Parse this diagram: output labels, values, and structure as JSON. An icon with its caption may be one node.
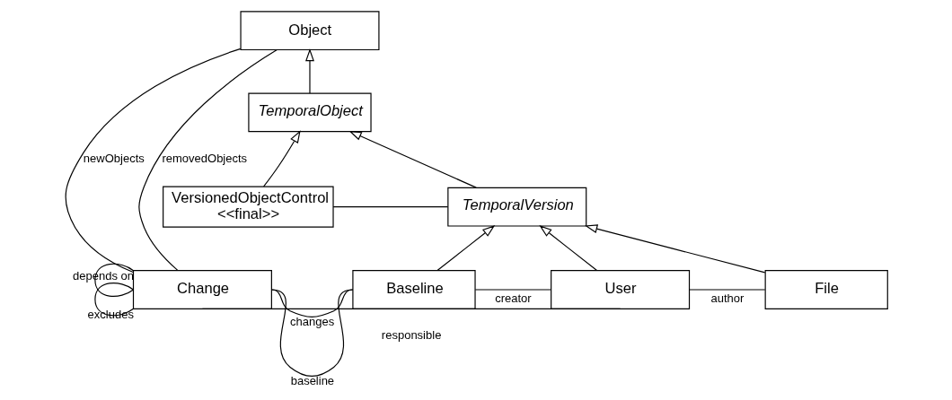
{
  "diagram": {
    "nodes": [
      {
        "text": [
          "Object"
        ]
      },
      {
        "text": [
          "TemporalObject"
        ]
      },
      {
        "text": [
          "VersionedObjectControl",
          "<<final>>"
        ]
      },
      {
        "text": [
          "TemporalVersion"
        ]
      },
      {
        "text": [
          "Change"
        ]
      },
      {
        "text": [
          "Baseline"
        ]
      },
      {
        "text": [
          "User"
        ]
      },
      {
        "text": [
          "File"
        ]
      }
    ],
    "edges": [
      {
        "from": 4,
        "to": 0,
        "arrow": "none",
        "label": "newObjects"
      },
      {
        "from": 4,
        "to": 0,
        "arrow": "none",
        "label": "removedObjects"
      },
      {
        "from": 1,
        "to": 0,
        "arrow": "to"
      },
      {
        "from": 2,
        "to": 1,
        "arrow": "to"
      },
      {
        "from": 3,
        "to": 1,
        "arrow": "to"
      },
      {
        "from": 2,
        "to": 3,
        "arrow": "none"
      },
      {
        "from": 5,
        "to": 3,
        "arrow": "to"
      },
      {
        "from": 6,
        "to": 3,
        "arrow": "to"
      },
      {
        "from": 7,
        "to": 3,
        "arrow": "to"
      },
      {
        "from": 4,
        "to": 4,
        "arrow": "none",
        "label": "depends on"
      },
      {
        "from": 4,
        "to": 4,
        "arrow": "none",
        "label": "excludes"
      },
      {
        "from": 4,
        "to": 5,
        "arrow": "none",
        "label": "baseline"
      },
      {
        "from": 4,
        "to": 5,
        "arrow": "none",
        "label": "changes"
      },
      {
        "from": 5,
        "to": 6,
        "arrow": "none",
        "label": "creator"
      },
      {
        "from": 6,
        "to": 7,
        "arrow": "none",
        "label": "author"
      },
      {
        "from": 4,
        "to": 6,
        "arrow": "none",
        "label": "responsible"
      }
    ]
  }
}
